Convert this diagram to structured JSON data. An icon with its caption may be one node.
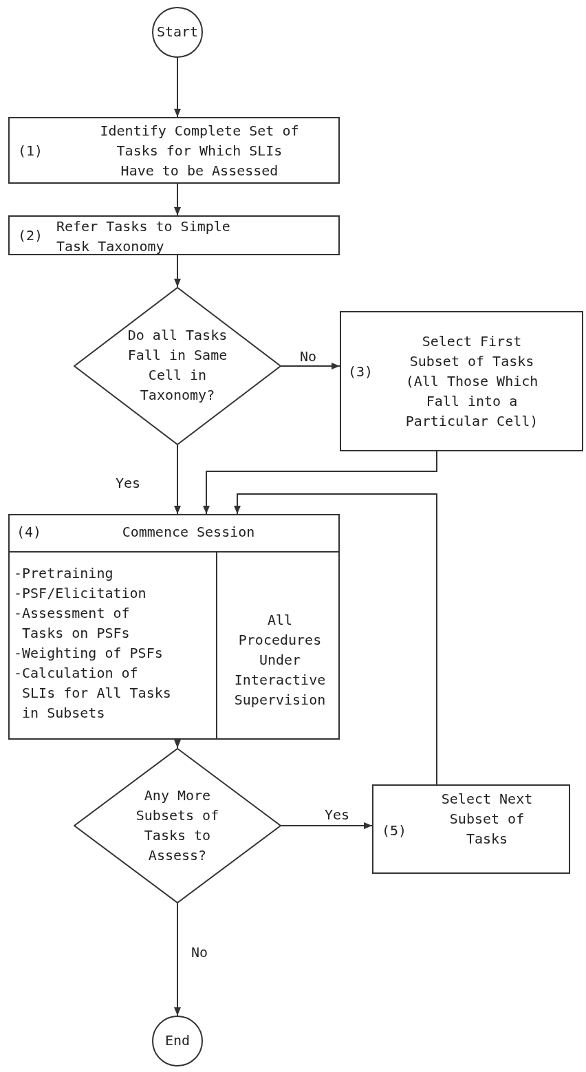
{
  "diagram": {
    "nodes": [
      {
        "text": [
          "Start"
        ]
      },
      {
        "text": [
          "(1)",
          "Identify Complete Set of Tasks for Which SLIs Have to be Assessed"
        ]
      },
      {
        "text": [
          "(2)",
          "Refer Tasks to Simple Task Taxonomy"
        ]
      },
      {
        "text": [
          "Do all Tasks Fall in Same Cell in Taxonomy?"
        ]
      },
      {
        "text": [
          "(3)",
          "Select First Subset of Tasks (All Those Which Fall into a Particular Cell)"
        ]
      },
      {
        "text": [
          "(4)",
          "Commence Session",
          "-Pretraining",
          "-PSF/Elicitation",
          "-Assessment of Tasks on PSFs",
          "-Weighting of PSFs",
          "-Calculation of SLIs for All Tasks in Subsets",
          "All Procedures Under Interactive Supervision"
        ]
      },
      {
        "text": [
          "Any More Subsets of Tasks to Assess?"
        ]
      },
      {
        "text": [
          "(5)",
          "Select Next Subset of Tasks"
        ]
      },
      {
        "text": [
          "End"
        ]
      }
    ],
    "edges": [
      {
        "from": 0,
        "to": 1,
        "arrow": "to"
      },
      {
        "from": 1,
        "to": 2,
        "arrow": "to"
      },
      {
        "from": 2,
        "to": 3,
        "arrow": "to"
      },
      {
        "from": 3,
        "to": 4,
        "arrow": "to",
        "label": "No"
      },
      {
        "from": 3,
        "to": 5,
        "arrow": "to",
        "label": "Yes"
      },
      {
        "from": 4,
        "to": 5,
        "arrow": "to"
      },
      {
        "from": 5,
        "to": 6,
        "arrow": "to"
      },
      {
        "from": 6,
        "to": 7,
        "arrow": "to",
        "label": "Yes"
      },
      {
        "from": 7,
        "to": 5,
        "arrow": "to"
      },
      {
        "from": 6,
        "to": 8,
        "arrow": "to",
        "label": "No"
      }
    ]
  }
}
